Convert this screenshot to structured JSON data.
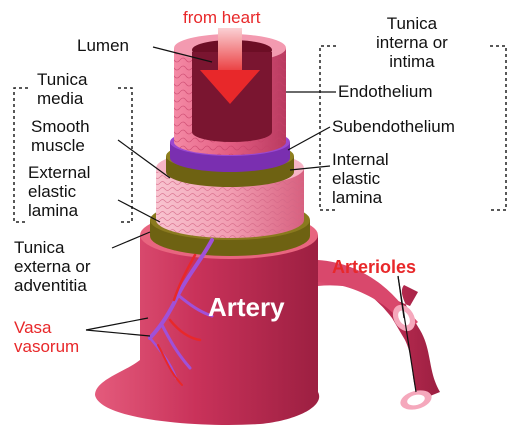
{
  "title_arrow_label": "from heart",
  "labels": {
    "lumen": "Lumen",
    "tunica_media": "Tunica\nmedia",
    "smooth_muscle": "Smooth\nmuscle",
    "external_elastic_lamina": "External\nelastic\nlamina",
    "tunica_externa": "Tunica\nexterna or\nadventitia",
    "vasa_vasorum": "Vasa\nvasorum",
    "tunica_interna": "Tunica\ninterna or\nintima",
    "endothelium": "Endothelium",
    "subendothelium": "Subendothelium",
    "internal_elastic_lamina": "Internal\nelastic\nlamina",
    "arterioles": "Arterioles",
    "artery": "Artery"
  },
  "colors": {
    "label_red": "#e8282a",
    "artery_body": "#c8325a",
    "muscle_layer": "#f0a0b4",
    "endothelium": "#e85a82",
    "subendothelium": "#9040c8",
    "elastic_lamina": "#8a7a1e",
    "vasa_vasorum_vessels": "#a050d8",
    "arrow": "#e8282a"
  }
}
